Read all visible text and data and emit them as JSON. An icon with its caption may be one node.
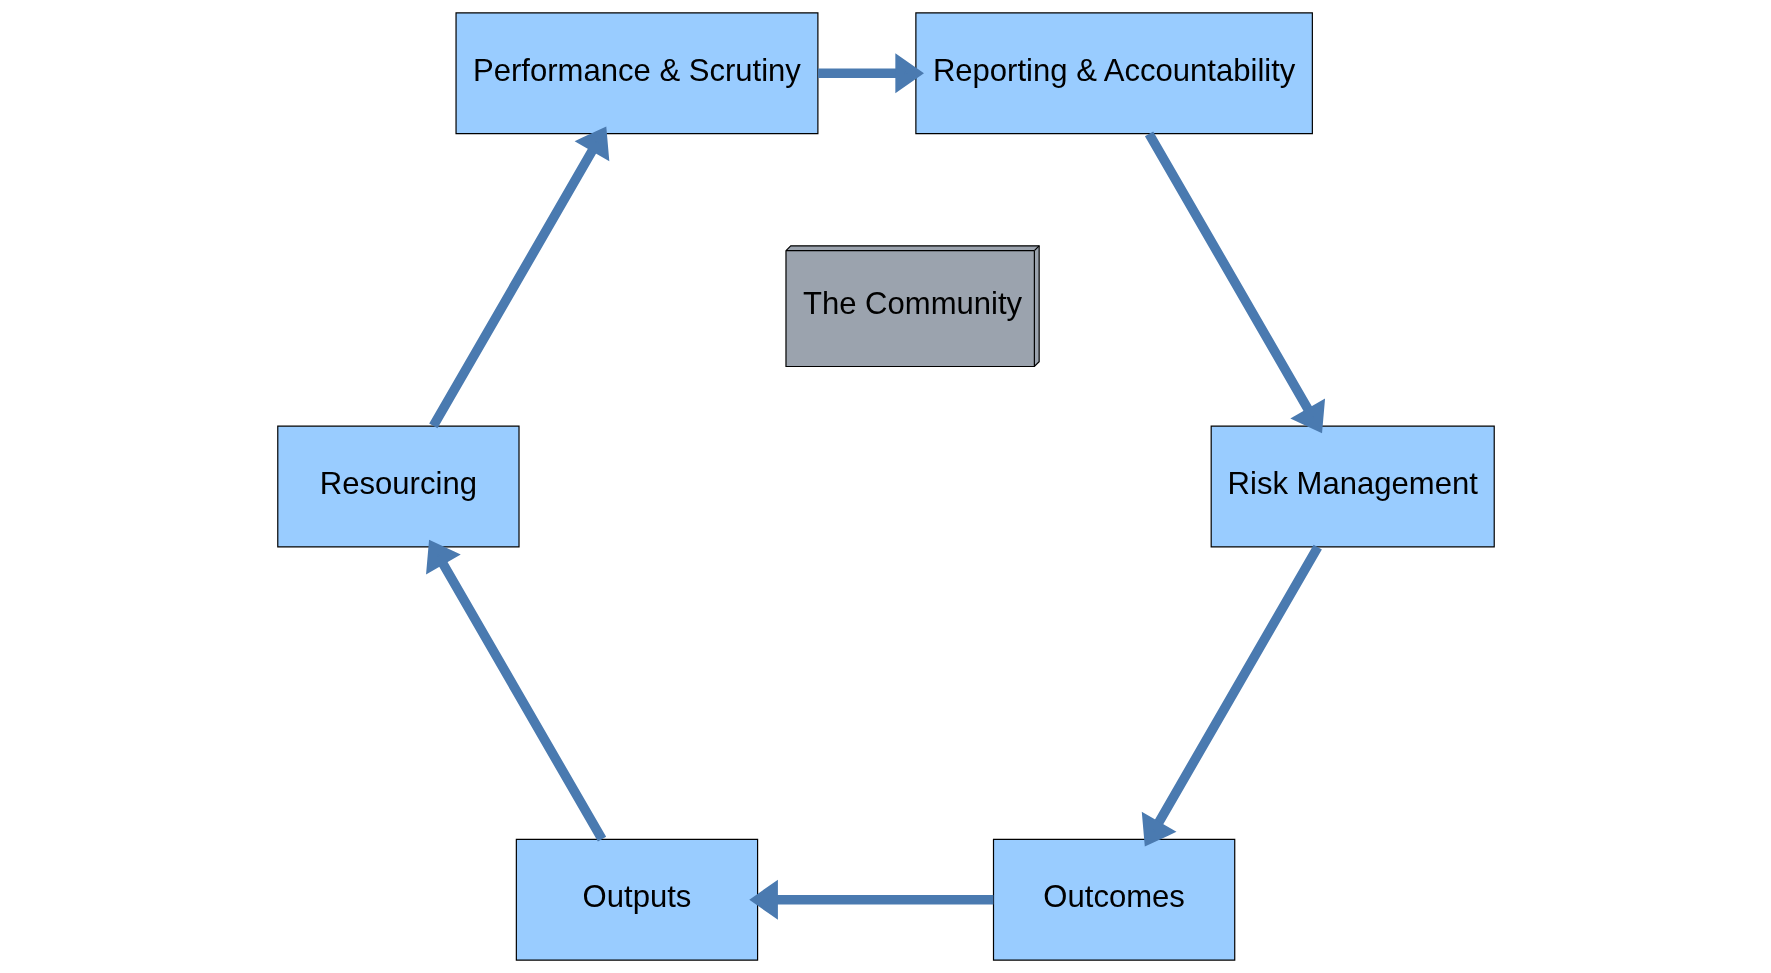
{
  "diagram": {
    "nodes": [
      {
        "text": [
          "Outcomes"
        ]
      },
      {
        "text": [
          "Outputs"
        ]
      },
      {
        "text": [
          "Resourcing"
        ]
      },
      {
        "text": [
          "Performance & Scrutiny"
        ]
      },
      {
        "text": [
          "Reporting & Accountability"
        ]
      },
      {
        "text": [
          "Risk Management"
        ]
      },
      {
        "text": [
          "The Community"
        ]
      }
    ],
    "edges": [
      {
        "from": 0,
        "to": 1,
        "arrow": "to"
      },
      {
        "from": 1,
        "to": 2,
        "arrow": "to"
      },
      {
        "from": 2,
        "to": 3,
        "arrow": "to"
      },
      {
        "from": 3,
        "to": 4,
        "arrow": "to"
      },
      {
        "from": 4,
        "to": 5,
        "arrow": "to"
      },
      {
        "from": 5,
        "to": 0,
        "arrow": "to"
      }
    ]
  }
}
